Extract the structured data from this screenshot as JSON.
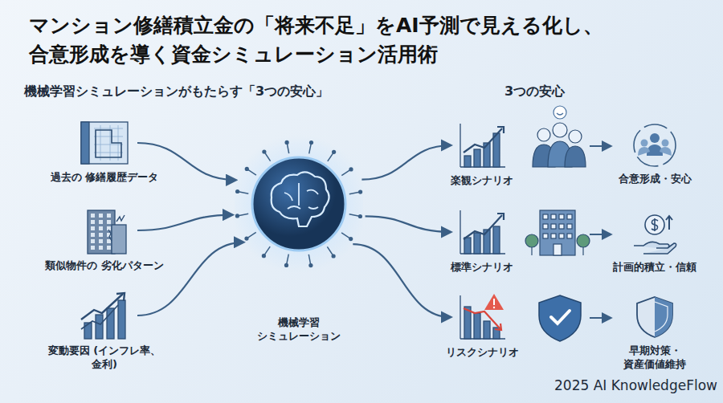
{
  "diagram": {
    "title": "マンション修繕積立金の「将来不足」をAI予測で見える化し、 合意形成を導く資金シミュレーション活用術",
    "nodes": [
      {
        "text": [
          "過去の 修繕履歴データ"
        ]
      },
      {
        "text": [
          "類似物件の 劣化パターン"
        ]
      },
      {
        "text": [
          "変動要因 (インフレ率、金利)"
        ]
      },
      {
        "text": [
          "機械学習 シミュレーション"
        ]
      },
      {
        "text": [
          "楽観シナリオ"
        ]
      },
      {
        "text": [
          "標準シナリオ"
        ]
      },
      {
        "text": [
          "リスクシナリオ"
        ]
      },
      {
        "text": [
          "合意形成・安心"
        ]
      },
      {
        "text": [
          "計画的積立・信頼"
        ]
      },
      {
        "text": [
          "早期対策・ 資産価値維持"
        ]
      }
    ],
    "edges": [
      {
        "from": 0,
        "to": 3,
        "arrow": "to"
      },
      {
        "from": 1,
        "to": 3,
        "arrow": "to"
      },
      {
        "from": 2,
        "to": 3,
        "arrow": "to"
      },
      {
        "from": 3,
        "to": 4,
        "arrow": "to"
      },
      {
        "from": 3,
        "to": 5,
        "arrow": "to"
      },
      {
        "from": 3,
        "to": 6,
        "arrow": "to"
      }
    ],
    "labels": [
      "機械学習シミュレーションがもたらす「3つの安心」",
      "3つの安心",
      "2025 AI KnowledgeFlow"
    ]
  }
}
